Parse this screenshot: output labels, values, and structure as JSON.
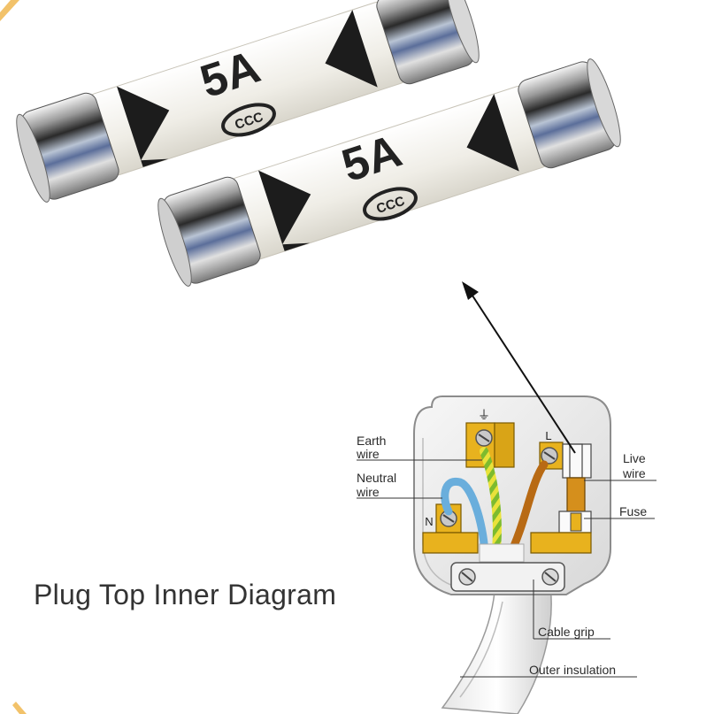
{
  "title": "Plug Top Inner Diagram",
  "fuse_rating": "5A",
  "fuse_mark": "CCC",
  "plug": {
    "earth_symbol": "⏚",
    "live_letter": "L",
    "neutral_letter": "N"
  },
  "labels": {
    "earth_line1": "Earth",
    "earth_line2": "wire",
    "neutral_line1": "Neutral",
    "neutral_line2": "wire",
    "live_line1": "Live",
    "live_line2": "wire",
    "fuse": "Fuse",
    "cable_grip": "Cable grip",
    "outer_insulation": "Outer insulation"
  },
  "colors": {
    "brass": "#e8b21e",
    "neutral_wire": "#6aaedc",
    "live_wire": "#b86a14",
    "earth_green": "#7dbb2e",
    "earth_yellow": "#e9e23a",
    "ceramic": "#efede6",
    "arrow": "#111111"
  }
}
